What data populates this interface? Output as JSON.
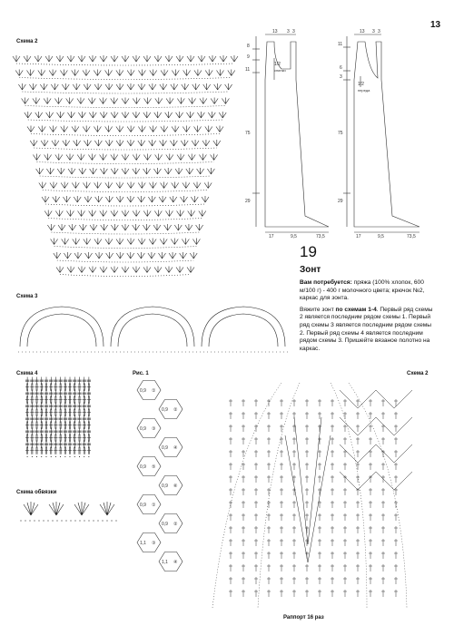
{
  "page": {
    "number": "13"
  },
  "schemes": {
    "scheme2_top": "Схема 2",
    "scheme3": "Схема 3",
    "scheme4": "Схема 4",
    "scheme_edge": "Схема обвязки",
    "fig1": "Рис. 1",
    "scheme2_bottom": "Схема 2",
    "rapport": "Раппорт 16 раз"
  },
  "pattern": {
    "left": {
      "label_half": "1/2",
      "label_part": "спинки",
      "dims_top": [
        "13",
        "3",
        "3"
      ],
      "dims_left": [
        "8",
        "9",
        "11",
        "75",
        "29"
      ],
      "dims_bottom": [
        "17",
        "9,5",
        "73,5"
      ]
    },
    "right": {
      "label_half": "1/2",
      "label_part": "переда",
      "dims_top": [
        "13",
        "3",
        "3"
      ],
      "dims_left": [
        "11",
        "6",
        "3",
        "75",
        "29"
      ],
      "dims_bottom": [
        "17",
        "9,5",
        "73,5"
      ]
    }
  },
  "article": {
    "number": "19",
    "title": "Зонт",
    "needs_label": "Вам потребуется:",
    "needs_text": " пряжа (100% хлопок, 600 м/100 г) - 400 г молочного цвета; крючок №2, каркас для зонта.",
    "knit_prefix": "Вяжите зонт ",
    "knit_bold": "по схемам 1-4",
    "knit_text": ". Первый ряд схемы 2 является последним рядом схемы 1. Первый ряд схемы 3 является последним рядом схемы 2. Первый ряд схемы 4 является последним рядом схемы 3. Пришейте вязаное полотно на каркас."
  },
  "hex_chart": {
    "labels": [
      "0,9",
      "0,9",
      "0,9",
      "0,9",
      "0,9",
      "0,9",
      "0,9",
      "0,9",
      "1,1",
      "1,1"
    ],
    "circled": [
      "①",
      "②",
      "③",
      "④",
      "⑤",
      "⑥"
    ]
  }
}
